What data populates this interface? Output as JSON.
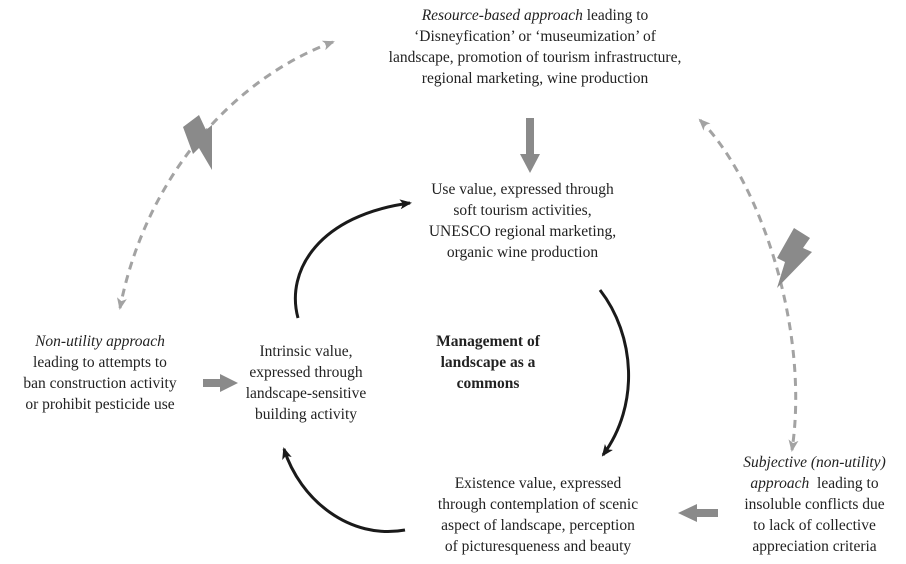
{
  "nodes": {
    "resource": {
      "emphasis": "Resource-based approach",
      "emphasis_tail": " leading to",
      "lines": [
        "‘Disneyfication’ or ‘museumization’ of",
        "landscape, promotion of tourism infrastructure,",
        "regional marketing, wine production"
      ]
    },
    "use_value": {
      "lines": [
        "Use value, expressed through",
        "soft tourism activities,",
        "UNESCO regional marketing,",
        "organic wine production"
      ]
    },
    "non_utility": {
      "emphasis": "Non-utility approach",
      "lines": [
        "leading to attempts to",
        "ban construction activity",
        "or prohibit pesticide use"
      ]
    },
    "intrinsic": {
      "lines": [
        "Intrinsic value,",
        "expressed through",
        "landscape-sensitive",
        "building activity"
      ]
    },
    "center": {
      "lines": [
        "Management of",
        "landscape as a",
        "commons"
      ]
    },
    "existence": {
      "lines": [
        "Existence value, expressed",
        "through contemplation of scenic",
        "aspect of landscape, perception",
        "of picturesqueness and beauty"
      ]
    },
    "subjective": {
      "emphasis": "Subjective (non-utility)",
      "emphasis2": "approach",
      "emphasis2_tail": "  leading to",
      "lines": [
        "insoluble conflicts due",
        "to lack of collective",
        "appreciation criteria"
      ]
    }
  },
  "colors": {
    "arrow_gray": "#8a8a8a",
    "dashed_gray": "#a3a3a3",
    "cycle_black": "#1a1a1a"
  },
  "icons": {
    "conflict_symbol": "lightning-bolt-icon"
  }
}
